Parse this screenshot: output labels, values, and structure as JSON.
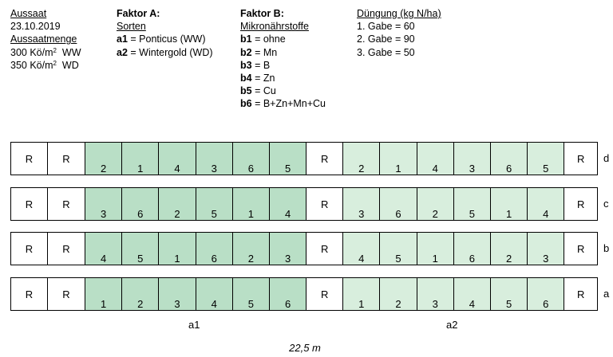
{
  "sowing": {
    "title": "Aussaat",
    "date": "23.10.2019",
    "rate_title": "Aussaatmenge",
    "rates": [
      {
        "value": "300 Kö/m",
        "sup": "2",
        "variety": "WW"
      },
      {
        "value": "350 Kö/m",
        "sup": "2",
        "variety": "WD"
      }
    ]
  },
  "factor_a": {
    "title": "Faktor A:",
    "subtitle": "Sorten",
    "items": [
      {
        "code": "a1",
        "text": " = Ponticus (WW)"
      },
      {
        "code": "a2",
        "text": " = Wintergold (WD)"
      }
    ]
  },
  "factor_b": {
    "title": "Faktor B:",
    "subtitle": "Mikronährstoffe",
    "items": [
      {
        "code": "b1",
        "text": " = ohne"
      },
      {
        "code": "b2",
        "text": " = Mn"
      },
      {
        "code": "b3",
        "text": " = B"
      },
      {
        "code": "b4",
        "text": " = Zn"
      },
      {
        "code": "b5",
        "text": " = Cu"
      },
      {
        "code": "b6",
        "text": " = B+Zn+Mn+Cu"
      }
    ]
  },
  "fertilization": {
    "title": "Düngung (kg N/ha)",
    "items": [
      "1. Gabe = 60",
      "2. Gabe = 90",
      "3. Gabe = 50"
    ]
  },
  "border_label": "R",
  "colors": {
    "a1": "#b9dfc6",
    "a2": "#d8eedd",
    "border": "#ffffff"
  },
  "rows": [
    {
      "label": "d",
      "a1": [
        "2",
        "1",
        "4",
        "3",
        "6",
        "5"
      ],
      "a2": [
        "2",
        "1",
        "4",
        "3",
        "6",
        "5"
      ]
    },
    {
      "label": "c",
      "a1": [
        "3",
        "6",
        "2",
        "5",
        "1",
        "4"
      ],
      "a2": [
        "3",
        "6",
        "2",
        "5",
        "1",
        "4"
      ]
    },
    {
      "label": "b",
      "a1": [
        "4",
        "5",
        "1",
        "6",
        "2",
        "3"
      ],
      "a2": [
        "4",
        "5",
        "1",
        "6",
        "2",
        "3"
      ]
    },
    {
      "label": "a",
      "a1": [
        "1",
        "2",
        "3",
        "4",
        "5",
        "6"
      ],
      "a2": [
        "1",
        "2",
        "3",
        "4",
        "5",
        "6"
      ]
    }
  ],
  "block_labels": {
    "a1": "a1",
    "a2": "a2"
  },
  "field_width": "22,5 m"
}
